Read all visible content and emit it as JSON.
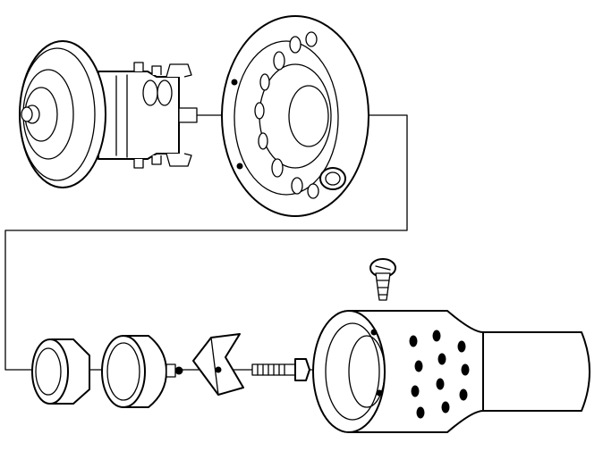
{
  "diagram": {
    "type": "exploded-assembly-illustration",
    "ink_color": "#000000",
    "background_color": "#ffffff",
    "components": [
      "rotor-assembly",
      "perforated-ring-housing",
      "bearing-cup",
      "bearing-cap",
      "spring-clip",
      "threaded-bolt",
      "screw",
      "perforated-cylinder-housing"
    ],
    "connector_count": 2
  }
}
